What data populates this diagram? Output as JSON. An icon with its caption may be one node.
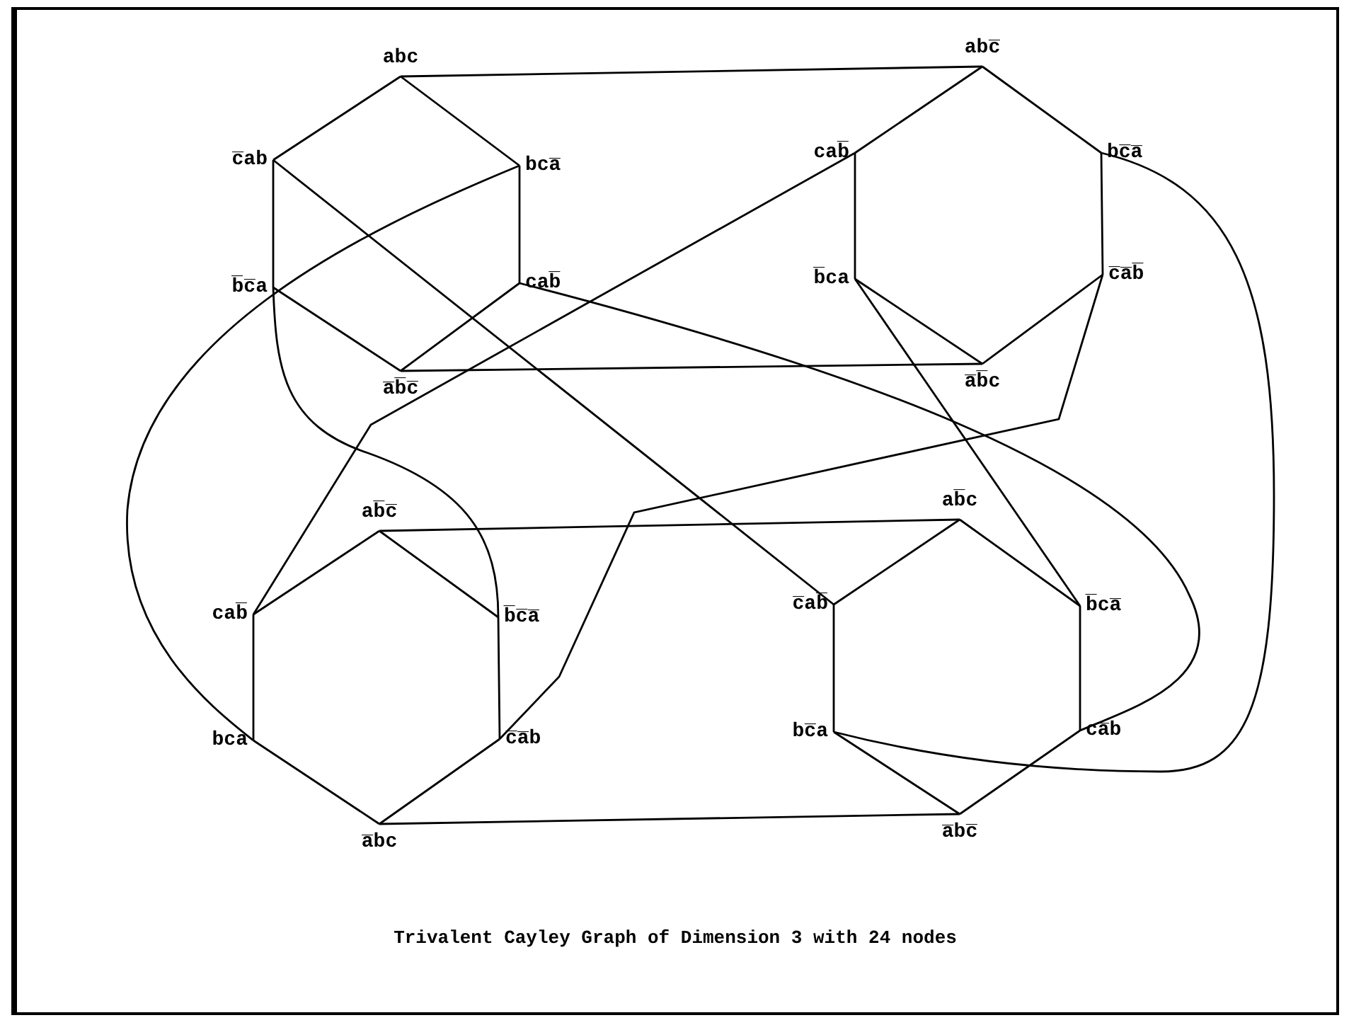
{
  "diagram": {
    "caption": "Trivalent Cayley Graph of Dimension 3 with 24 nodes",
    "nodes": [
      {
        "text": [
          "abc"
        ]
      },
      {
        "text": [
          "c̅ab"
        ]
      },
      {
        "text": [
          "bca̅"
        ]
      },
      {
        "text": [
          "b̅c̅a"
        ]
      },
      {
        "text": [
          "cab̅"
        ]
      },
      {
        "text": [
          "a̅b̅c̅"
        ]
      },
      {
        "text": [
          "abc̅"
        ]
      },
      {
        "text": [
          "cab̅"
        ]
      },
      {
        "text": [
          "bc̅a̅"
        ]
      },
      {
        "text": [
          "b̅ca"
        ]
      },
      {
        "text": [
          "c̅a̅b̅"
        ]
      },
      {
        "text": [
          "a̅b̅c"
        ]
      },
      {
        "text": [
          "ab̅c̅"
        ]
      },
      {
        "text": [
          "cab̅"
        ]
      },
      {
        "text": [
          "b̅c̅a̅"
        ]
      },
      {
        "text": [
          "bca"
        ]
      },
      {
        "text": [
          "c̅a̅b"
        ]
      },
      {
        "text": [
          "a̅bc"
        ]
      },
      {
        "text": [
          "ab̅c"
        ]
      },
      {
        "text": [
          "c̅ab̅"
        ]
      },
      {
        "text": [
          "b̅ca̅"
        ]
      },
      {
        "text": [
          "bc̅a"
        ]
      },
      {
        "text": [
          "ca̅b"
        ]
      },
      {
        "text": [
          "a̅bc̅"
        ]
      }
    ],
    "edges": [
      {
        "from": 0,
        "to": 1,
        "arrow": "none"
      },
      {
        "from": 0,
        "to": 2,
        "arrow": "none"
      },
      {
        "from": 1,
        "to": 3,
        "arrow": "none"
      },
      {
        "from": 2,
        "to": 4,
        "arrow": "none"
      },
      {
        "from": 3,
        "to": 5,
        "arrow": "none"
      },
      {
        "from": 4,
        "to": 5,
        "arrow": "none"
      },
      {
        "from": 6,
        "to": 7,
        "arrow": "none"
      },
      {
        "from": 6,
        "to": 8,
        "arrow": "none"
      },
      {
        "from": 7,
        "to": 9,
        "arrow": "none"
      },
      {
        "from": 8,
        "to": 10,
        "arrow": "none"
      },
      {
        "from": 9,
        "to": 11,
        "arrow": "none"
      },
      {
        "from": 10,
        "to": 11,
        "arrow": "none"
      },
      {
        "from": 12,
        "to": 13,
        "arrow": "none"
      },
      {
        "from": 12,
        "to": 14,
        "arrow": "none"
      },
      {
        "from": 13,
        "to": 15,
        "arrow": "none"
      },
      {
        "from": 14,
        "to": 16,
        "arrow": "none"
      },
      {
        "from": 15,
        "to": 17,
        "arrow": "none"
      },
      {
        "from": 16,
        "to": 17,
        "arrow": "none"
      },
      {
        "from": 18,
        "to": 19,
        "arrow": "none"
      },
      {
        "from": 18,
        "to": 20,
        "arrow": "none"
      },
      {
        "from": 19,
        "to": 21,
        "arrow": "none"
      },
      {
        "from": 20,
        "to": 22,
        "arrow": "none"
      },
      {
        "from": 21,
        "to": 23,
        "arrow": "none"
      },
      {
        "from": 22,
        "to": 23,
        "arrow": "none"
      },
      {
        "from": 0,
        "to": 6,
        "arrow": "none"
      },
      {
        "from": 1,
        "to": 19,
        "arrow": "none"
      },
      {
        "from": 2,
        "to": 15,
        "arrow": "none"
      },
      {
        "from": 3,
        "to": 14,
        "arrow": "none"
      },
      {
        "from": 4,
        "to": 22,
        "arrow": "none"
      },
      {
        "from": 5,
        "to": 11,
        "arrow": "none"
      },
      {
        "from": 7,
        "to": 13,
        "arrow": "none"
      },
      {
        "from": 8,
        "to": 21,
        "arrow": "none"
      },
      {
        "from": 9,
        "to": 20,
        "arrow": "none"
      },
      {
        "from": 10,
        "to": 16,
        "arrow": "none"
      },
      {
        "from": 12,
        "to": 18,
        "arrow": "none"
      },
      {
        "from": 17,
        "to": 23,
        "arrow": "none"
      }
    ]
  }
}
